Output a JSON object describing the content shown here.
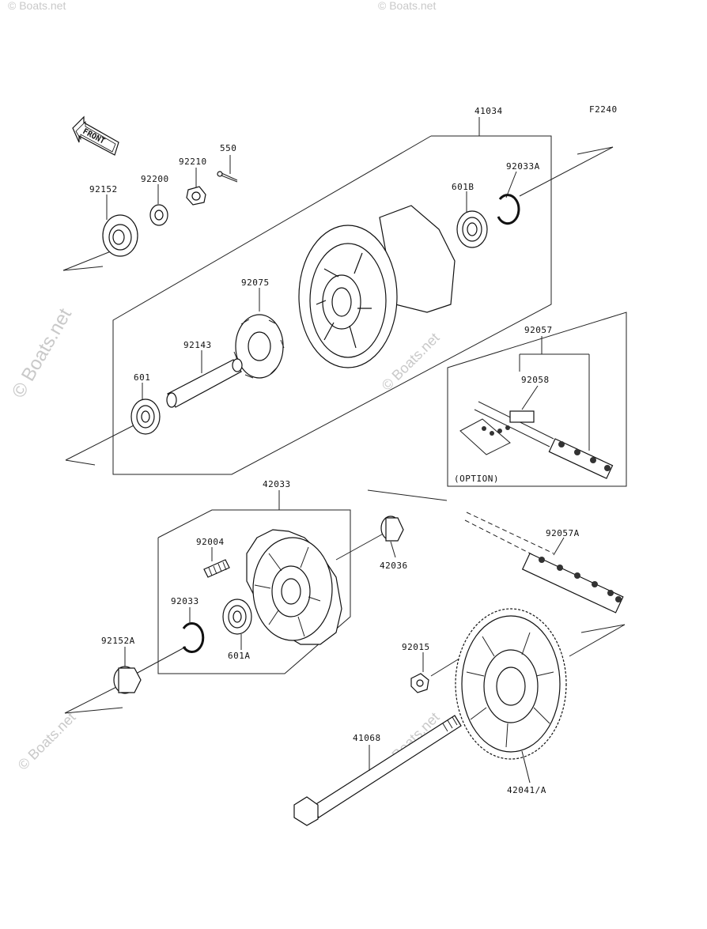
{
  "diagram": {
    "figure_code": "F2240",
    "front_label": "FRONT",
    "option_label": "(OPTION)",
    "watermark": "© Boats.net",
    "parts": {
      "p41034": "41034",
      "p92033A": "92033A",
      "p601B": "601B",
      "p550": "550",
      "p92210": "92210",
      "p92200": "92200",
      "p92152": "92152",
      "p92075": "92075",
      "p92143": "92143",
      "p601": "601",
      "p92057": "92057",
      "p92058": "92058",
      "p42033": "42033",
      "p92004": "92004",
      "p42036": "42036",
      "p92033": "92033",
      "p92152A": "92152A",
      "p601A": "601A",
      "p92057A": "92057A",
      "p92015": "92015",
      "p41068": "41068",
      "p42041A": "42041/A"
    }
  }
}
